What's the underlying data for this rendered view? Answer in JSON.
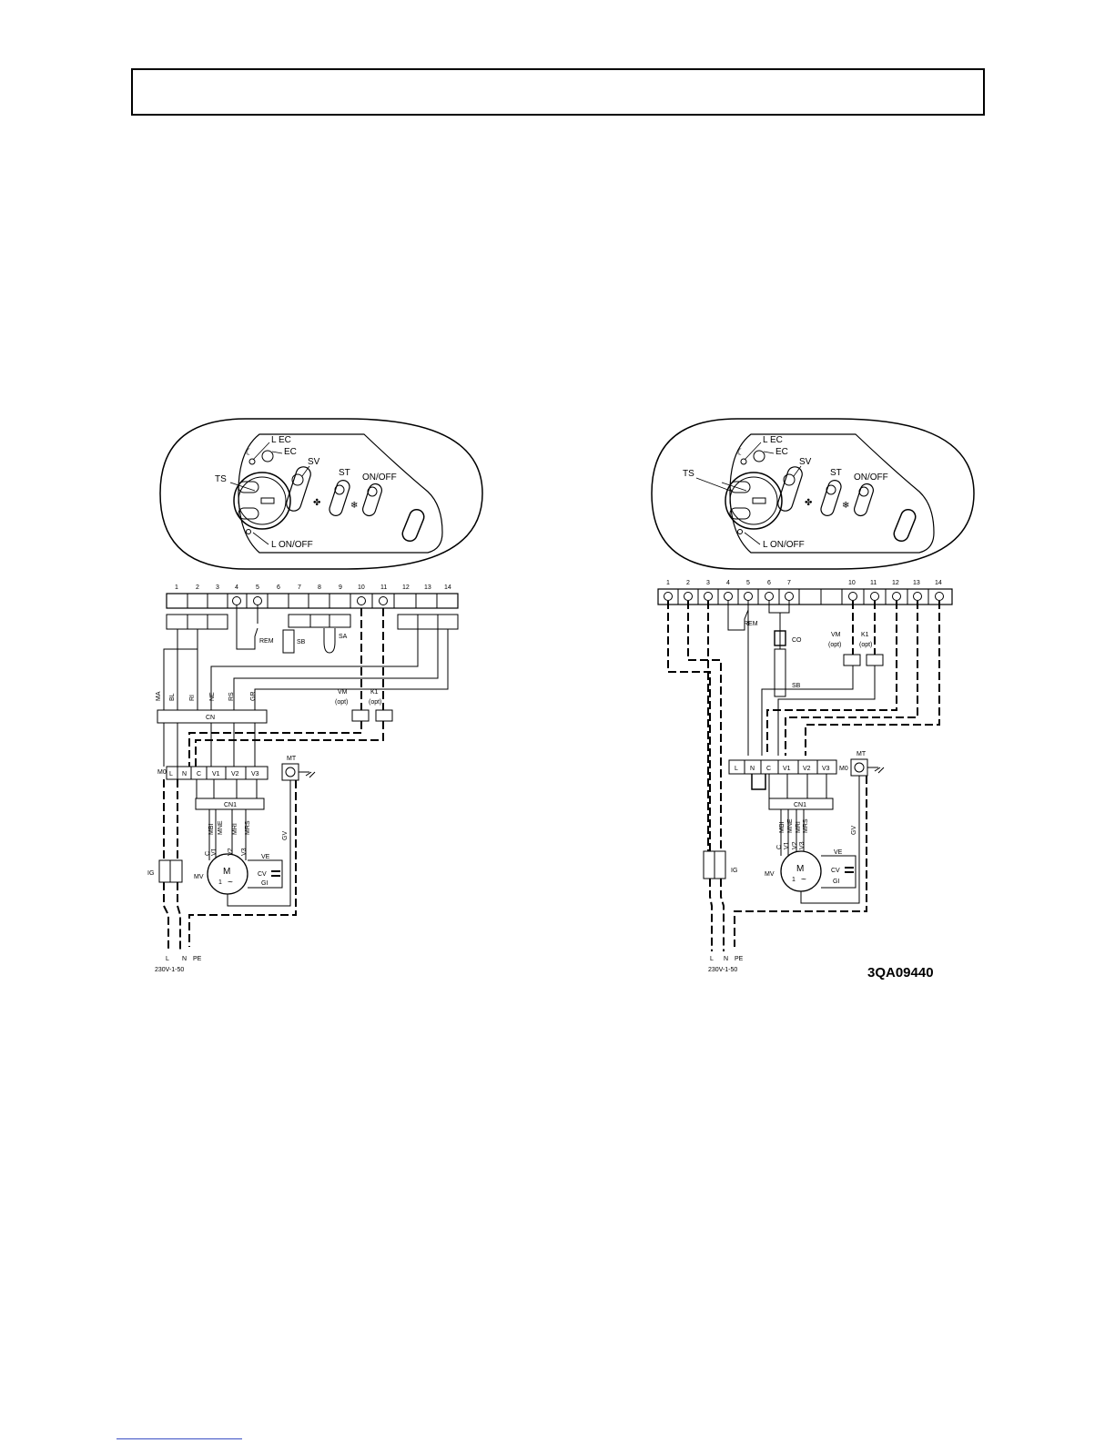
{
  "header": {
    "title": ""
  },
  "figure_left": {
    "panel": {
      "l_ec": "L EC",
      "ec": "EC",
      "sv": "SV",
      "st": "ST",
      "on_off": "ON/OFF",
      "ts": "TS",
      "l_on_off": "L ON/OFF"
    },
    "terminals": [
      "1",
      "2",
      "3",
      "4",
      "5",
      "6",
      "7",
      "8",
      "9",
      "10",
      "11",
      "12",
      "13",
      "14"
    ],
    "rem": "REM",
    "sb": "SB",
    "sa": "SA",
    "wires": [
      "MA",
      "BL",
      "RI",
      "NE",
      "RS",
      "GR"
    ],
    "vm": "VM",
    "vm_opt": "(opt)",
    "k1": "K1",
    "k1_opt": "(opt)",
    "cn": "CN",
    "mo": "M0",
    "motor_terms": [
      "L",
      "N",
      "C",
      "V1",
      "V2",
      "V3"
    ],
    "mt": "MT",
    "cn1": "CN1",
    "motor_wires": [
      "C",
      "V1",
      "V2",
      "V3"
    ],
    "motor_wire_colors": [
      "MBI",
      "MNE",
      "MRI",
      "MRS"
    ],
    "gv": "GV",
    "ve": "VE",
    "cv": "CV",
    "gi": "GI",
    "mv": "MV",
    "m": "M",
    "one": "1",
    "tilde": "~",
    "ig": "IG",
    "supply": [
      "L",
      "N",
      "PE"
    ],
    "voltage": "230V-1-50"
  },
  "figure_right": {
    "panel": {
      "l_ec": "L EC",
      "ec": "EC",
      "sv": "SV",
      "st": "ST",
      "on_off": "ON/OFF",
      "ts": "TS",
      "l_on_off": "L ON/OFF"
    },
    "terminals": [
      "1",
      "2",
      "3",
      "4",
      "5",
      "6",
      "7",
      "10",
      "11",
      "12",
      "13",
      "14"
    ],
    "rem": "REM",
    "co": "CO",
    "sb": "SB",
    "vm": "VM",
    "vm_opt": "(opt)",
    "k1": "K1",
    "k1_opt": "(opt)",
    "mo": "M0",
    "motor_terms": [
      "L",
      "N",
      "C",
      "V1",
      "V2",
      "V3"
    ],
    "mt": "MT",
    "cn1": "CN1",
    "motor_wires": [
      "C",
      "V1",
      "V2",
      "V3"
    ],
    "motor_wire_colors": [
      "MBI",
      "MNE",
      "MRI",
      "MRS"
    ],
    "gv": "GV",
    "ve": "VE",
    "cv": "CV",
    "gi": "GI",
    "mv": "MV",
    "m": "M",
    "one": "1",
    "tilde": "~",
    "ig": "IG",
    "supply": [
      "L",
      "N",
      "PE"
    ],
    "voltage": "230V-1-50"
  },
  "drawing_code": "3QA09440"
}
